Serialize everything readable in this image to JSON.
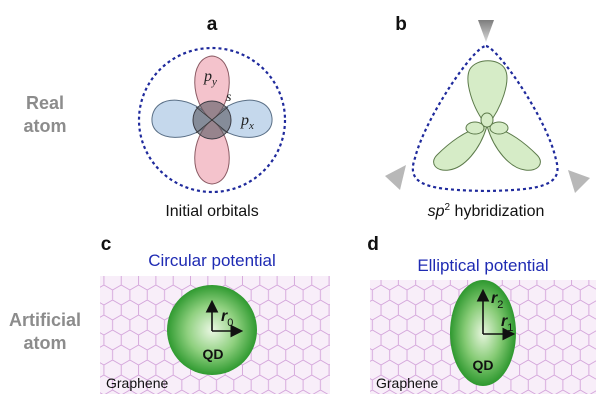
{
  "colors": {
    "side_label": "#8c8c8c",
    "potential_title": "#1f2bb3",
    "dotted_outline": "#1f2a9c",
    "lattice": "#d3a3da",
    "lattice_bg": "#f8eef9",
    "py_lobe": "#f4c3cc",
    "px_lobe": "#c5d8ec",
    "s_orbital": "#5d5d66",
    "sp2_lobe": "#d6ecc7",
    "qd_green": "#3aa83a"
  },
  "panels": {
    "a": {
      "letter": "a",
      "caption": "Initial orbitals",
      "py_label": "p",
      "py_sub": "y",
      "px_label": "p",
      "px_sub": "x",
      "s_label": "s"
    },
    "b": {
      "letter": "b",
      "caption_sp": "sp",
      "caption_sup": "2",
      "caption_rest": " hybridization"
    },
    "c": {
      "letter": "c",
      "title": "Circular potential",
      "radius_label": "r",
      "radius_sub": "0",
      "qd_label": "QD",
      "graphene_label": "Graphene"
    },
    "d": {
      "letter": "d",
      "title": "Elliptical potential",
      "r2_label": "r",
      "r2_sub": "2",
      "r1_label": "r",
      "r1_sub": "1",
      "qd_label": "QD",
      "graphene_label": "Graphene"
    }
  },
  "side_labels": {
    "real_line1": "Real",
    "real_line2": "atom",
    "artificial_line1": "Artificial",
    "artificial_line2": "atom"
  }
}
